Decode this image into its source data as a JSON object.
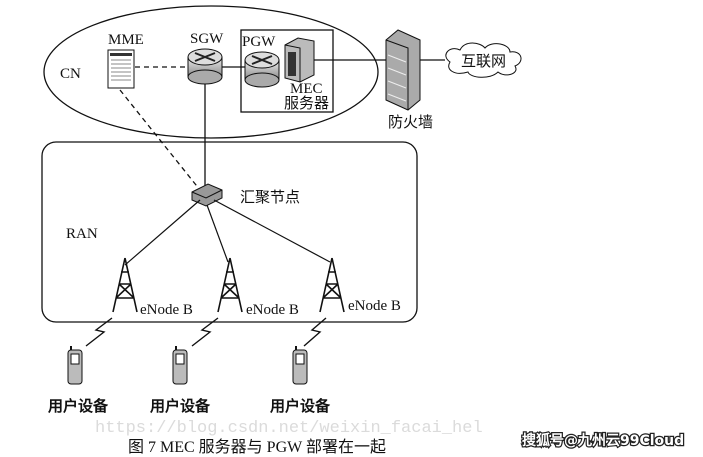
{
  "labels": {
    "cn": "CN",
    "mme": "MME",
    "sgw": "SGW",
    "pgw": "PGW",
    "mec_line1": "MEC",
    "mec_line2": "服务器",
    "firewall": "防火墙",
    "internet": "互联网",
    "aggregation": "汇聚节点",
    "ran": "RAN",
    "enodeb": [
      "eNode B",
      "eNode B",
      "eNode B"
    ],
    "ue": [
      "用户设备",
      "用户设备",
      "用户设备"
    ]
  },
  "caption": "图 7   MEC 服务器与 PGW 部署在一起",
  "watermark_url": "https://blog.csdn.net/weixin_facai_hel",
  "watermark": "搜狐号@九州云99Cloud"
}
